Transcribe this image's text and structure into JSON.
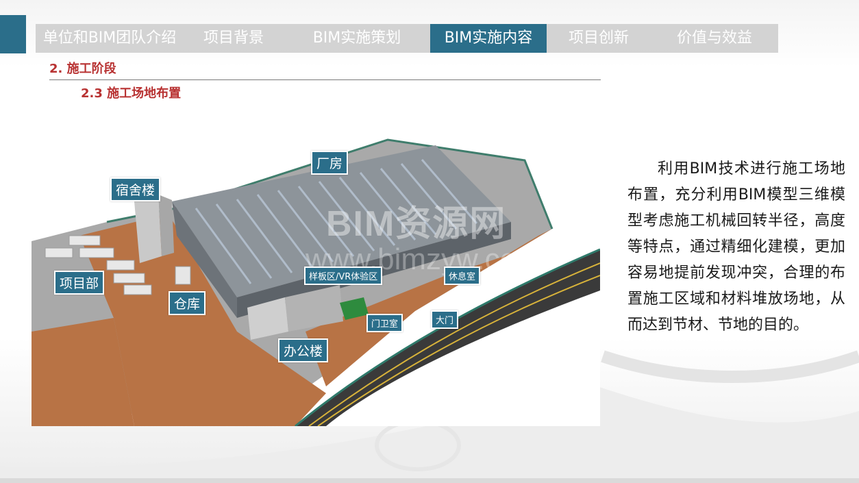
{
  "nav": {
    "tabs": [
      {
        "label": "单位和BIM团队介绍",
        "width": 216,
        "active": false
      },
      {
        "label": "项目背景",
        "width": 146,
        "active": false
      },
      {
        "label": "BIM实施策划",
        "width": 214,
        "active": false
      },
      {
        "label": "BIM实施内容",
        "width": 170,
        "active": true
      },
      {
        "label": "项目创新",
        "width": 152,
        "active": false
      },
      {
        "label": "价值与效益",
        "width": 186,
        "active": false
      }
    ]
  },
  "section": {
    "title": "2. 施工阶段",
    "subtitle": "2.3 施工场地布置"
  },
  "map": {
    "labels": {
      "factory": "厂房",
      "dormitory": "宿舍楼",
      "project_dept": "项目部",
      "warehouse": "仓库",
      "sample_vr": "样板区/VR体验区",
      "rest_room": "休息室",
      "guard_room": "门卫室",
      "main_gate": "大门",
      "office": "办公楼"
    },
    "watermark": {
      "line1": "BIM资源网",
      "line2": "www.bimzyw.com"
    }
  },
  "description": "利用BIM技术进行施工场地布置，充分利用BIM模型三维模型考虑施工机械回转半径，高度等特点，通过精细化建模，更加容易地提前发现冲突，合理的布置施工区域和材料堆放场地，从而达到节材、节地的目的。",
  "colors": {
    "accent": "#2b6e8a",
    "heading_red": "#b83232",
    "nav_inactive": "#d3d3d3",
    "ground": "#b87345",
    "roof": "#9aa0a6"
  }
}
